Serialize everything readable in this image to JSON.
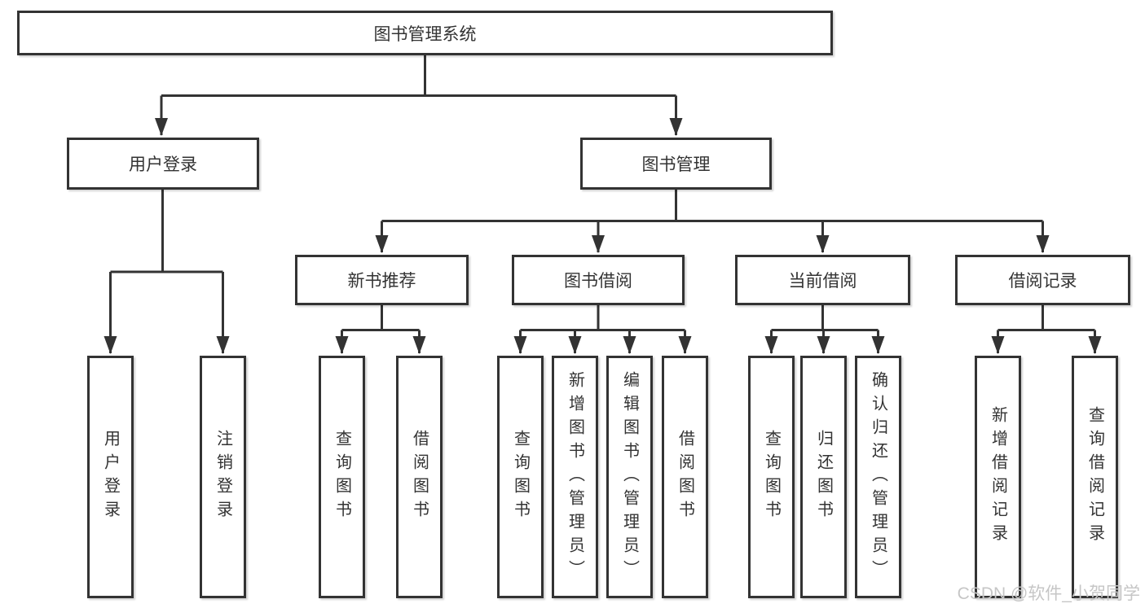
{
  "tree": {
    "root": {
      "label": "图书管理系统"
    },
    "level2": [
      {
        "label": "用户登录",
        "children": [
          "用户登录",
          "注销登录"
        ]
      },
      {
        "label": "图书管理",
        "groups": [
          {
            "label": "新书推荐",
            "children": [
              "查询图书",
              "借阅图书"
            ]
          },
          {
            "label": "图书借阅",
            "children": [
              "查询图书",
              "新增图书（管理员）",
              "编辑图书（管理员）",
              "借阅图书"
            ]
          },
          {
            "label": "当前借阅",
            "children": [
              "查询图书",
              "归还图书",
              "确认归还（管理员）"
            ]
          },
          {
            "label": "借阅记录",
            "children": [
              "新增借阅记录",
              "查询借阅记录"
            ]
          }
        ]
      }
    ]
  },
  "watermark": {
    "text": "CSDN @软件_小贺同学"
  },
  "colors": {
    "border": "#333333",
    "text": "#333333",
    "line": "#333333",
    "watermark": "#c6c6c6",
    "background": "#ffffff"
  }
}
